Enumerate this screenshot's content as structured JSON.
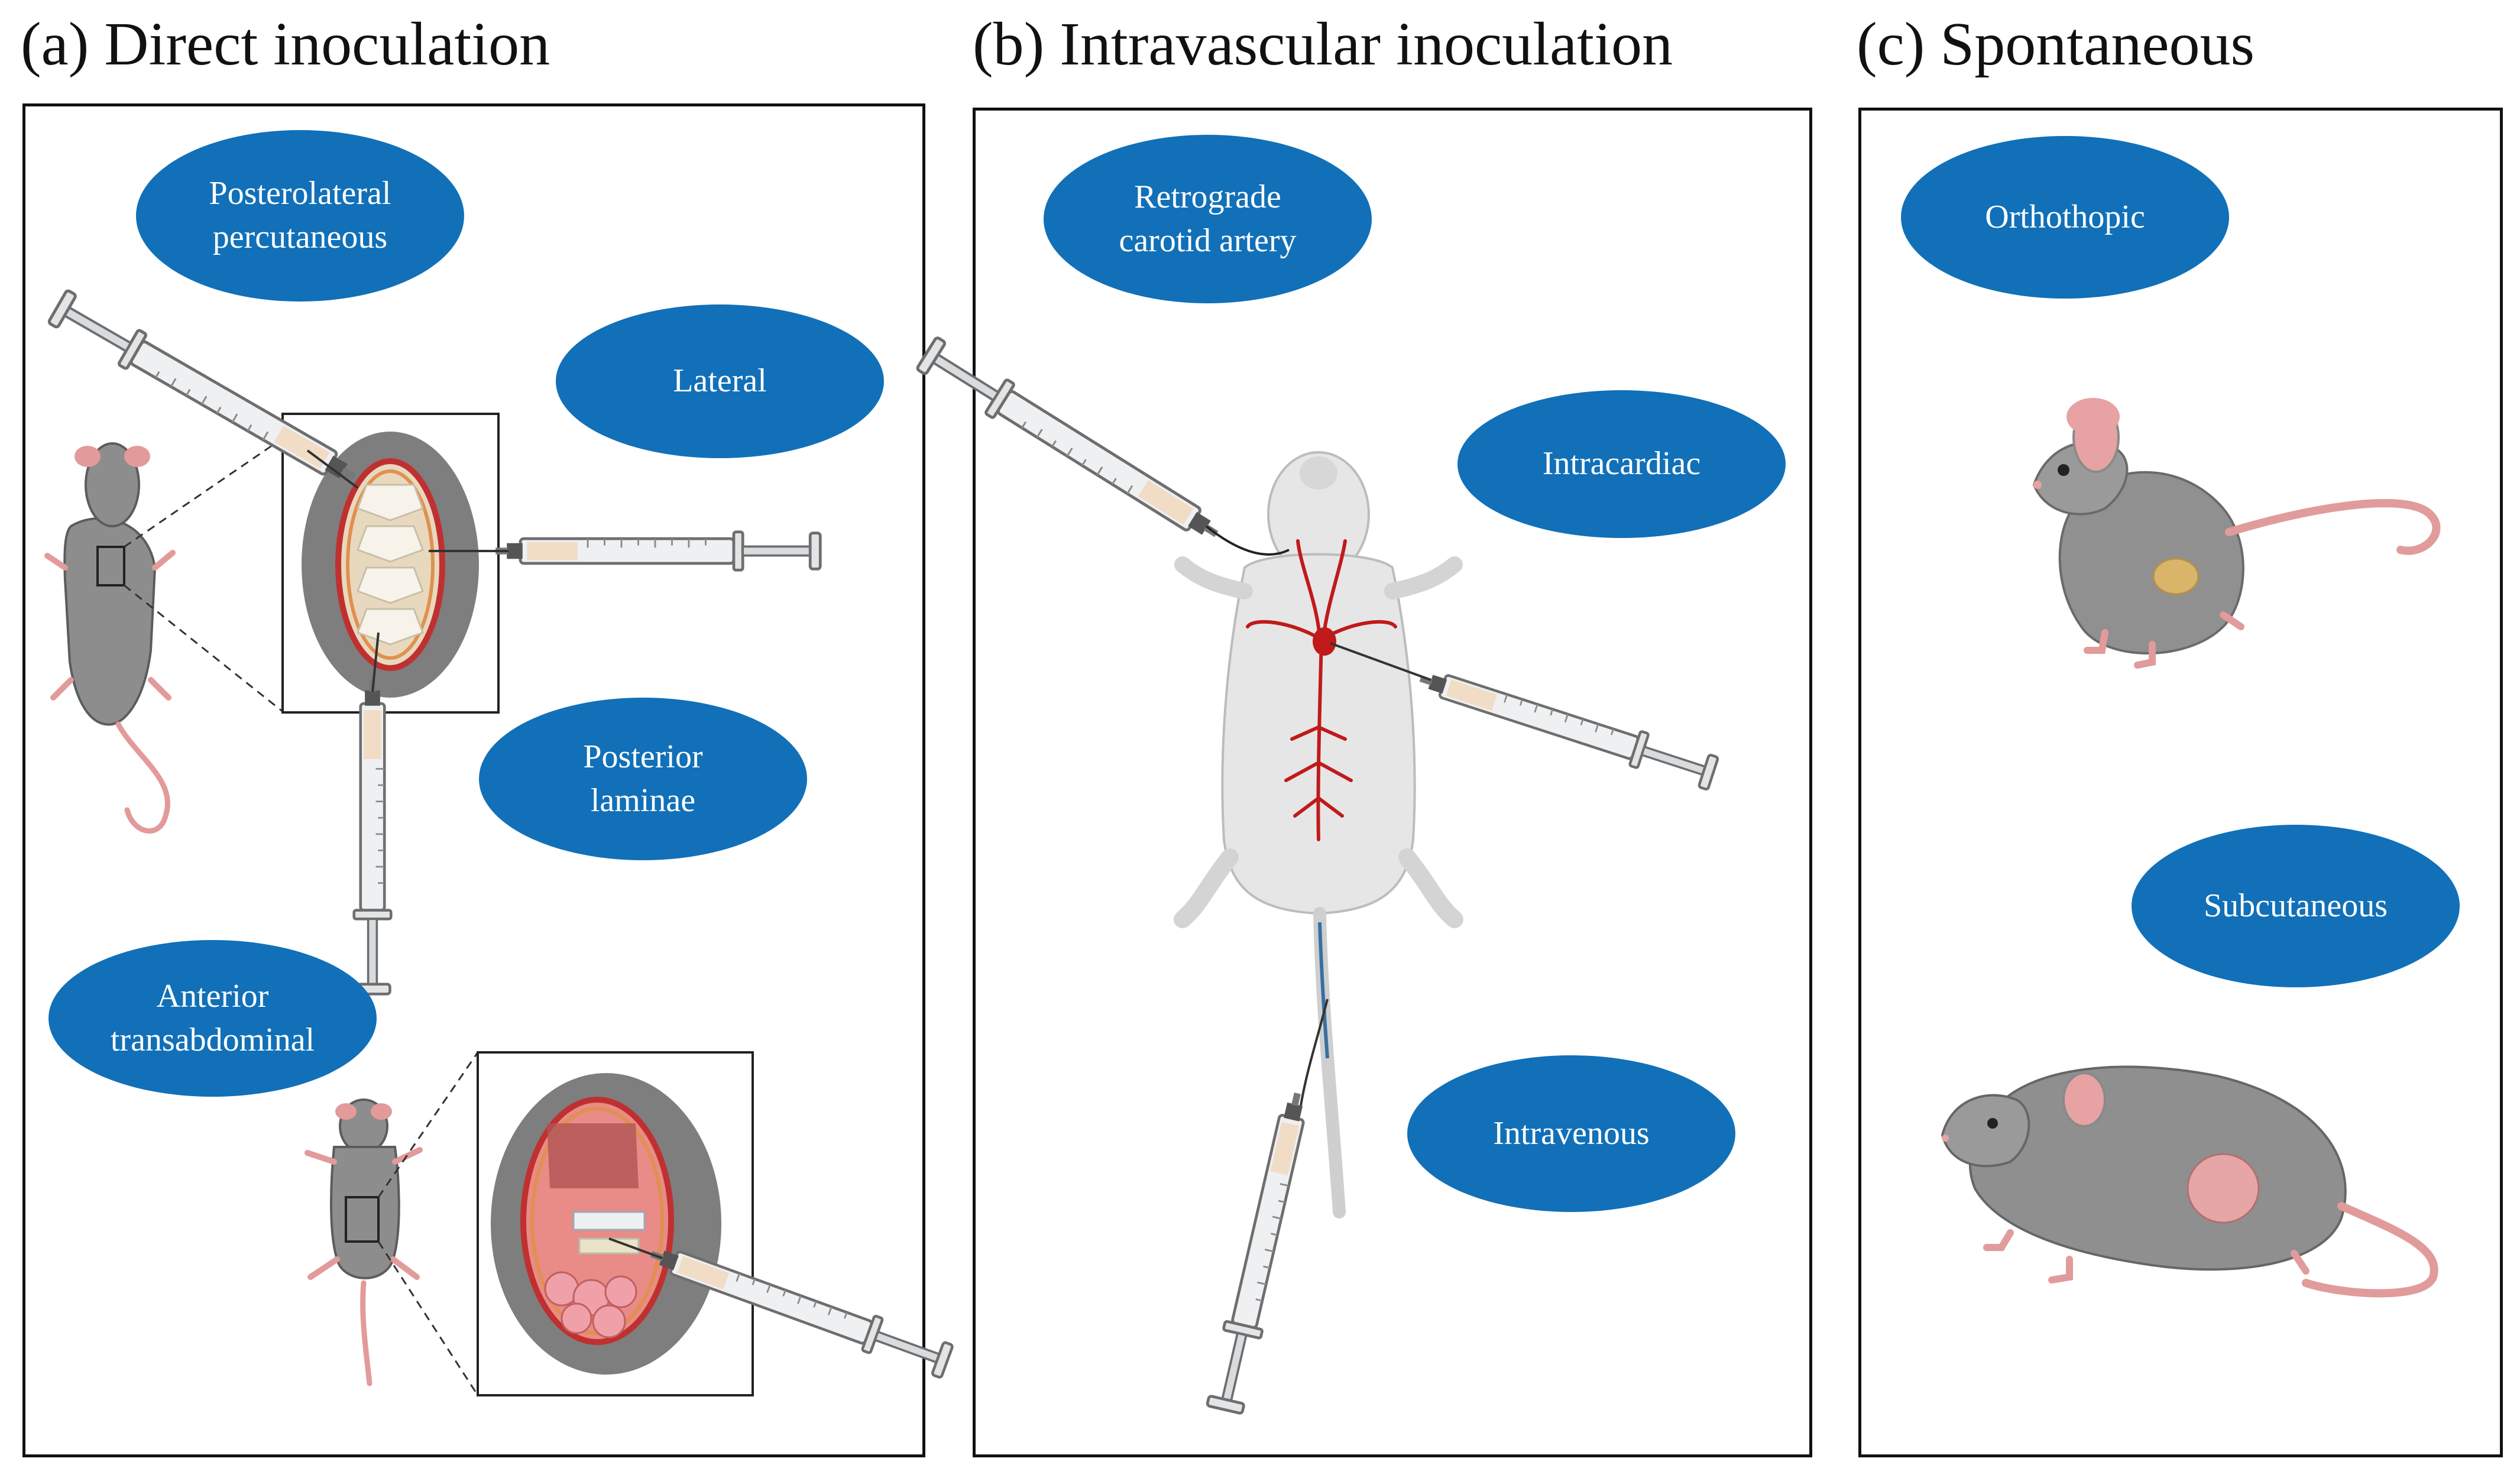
{
  "panels": [
    {
      "title": "(a) Direct inoculation"
    },
    {
      "title": "(b) Intravascular inoculation"
    },
    {
      "title": "(c) Spontaneous"
    }
  ],
  "labels": {
    "posterolateral": [
      "Posterolateral",
      "percutaneous"
    ],
    "lateral": [
      "Lateral"
    ],
    "posterior": [
      "Posterior",
      "laminae"
    ],
    "anterior": [
      "Anterior",
      "transabdominal"
    ],
    "retrograde": [
      "Retrograde",
      "carotid artery"
    ],
    "intracardiac": [
      "Intracardiac"
    ],
    "intravenous": [
      "Intravenous"
    ],
    "orthothopic": [
      "Orthothopic"
    ],
    "subcutaneous": [
      "Subcutaneous"
    ]
  },
  "colors": {
    "label_fill": "#1170b8",
    "mouse_body": "#8d8d8d",
    "mouse_pink": "#e39a9a",
    "artery": "#c01a1a",
    "tumor": "#d9b56a",
    "tissue": "#7e7e7e"
  }
}
